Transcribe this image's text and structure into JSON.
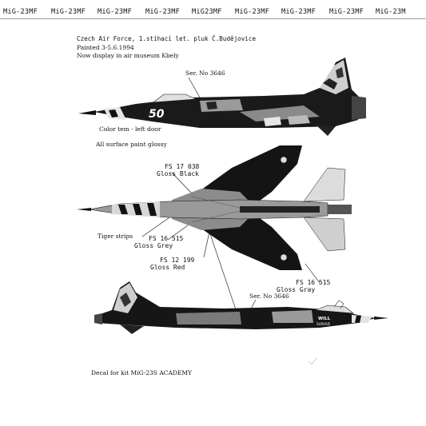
{
  "header": {
    "labels": [
      "MiG-23MF",
      "MiG-23MF",
      "MiG-23MF",
      "MiG-23MF",
      "MiG23MF",
      "MiG-23MF",
      "MiG-23MF",
      "MiG-23MF",
      "MiG-23M"
    ]
  },
  "title": "Czech Air Force, 1.stíhací let. pluk Č.Budějovice",
  "painted": "Painted 3-5.6.1994",
  "now_display": "Now display in air museum Kbely",
  "ser_no_top": "Ser. No 3646",
  "nose_number": "50",
  "color_term": "Color tem - left door",
  "all_surface": "All surface paint glossy",
  "fs_black_code": "FS 17 038",
  "fs_black_name": "Gloss Black",
  "tiger_strips": "Tiger strips",
  "fs_grey_code": "FS 16 515",
  "fs_grey_name": "Gloss Grey",
  "fs_red_code": "FS 12 199",
  "fs_red_name": "Gloss Red",
  "fs_gray2_code": "FS 16 515",
  "fs_gray2_name": "Gloss Gray",
  "ser_no_bottom": "Ser. No 3646",
  "tail_text_1": "WILL",
  "tail_text_2": "SURVIVE",
  "decal_kit": "Decal for kit MiG-23S ACADEMY",
  "colors": {
    "black": "#111111",
    "grey": "#8a8a8a",
    "light": "#d0d0d0"
  }
}
